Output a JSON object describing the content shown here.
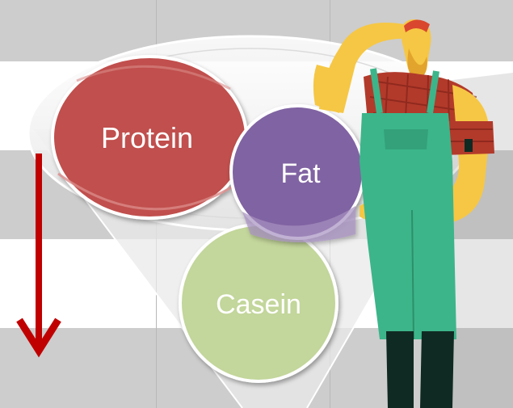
{
  "diagram": {
    "circles": {
      "protein": {
        "label": "Protein",
        "color": "#c0504d"
      },
      "fat": {
        "label": "Fat",
        "color": "#8064a2"
      },
      "casein": {
        "label": "Casein",
        "color": "#c3d69b"
      }
    },
    "arrow_color": "#c00000",
    "funnel_color": "#e8e8e8"
  },
  "illustration": {
    "figure": "farmer-thinking",
    "colors": {
      "skin": "#f6c744",
      "shirt": "#b23a2b",
      "overalls": "#3cb58a",
      "boots": "#0f2a22",
      "cap": "#d9472f"
    }
  }
}
